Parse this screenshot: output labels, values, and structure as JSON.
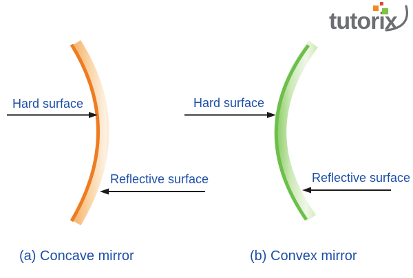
{
  "page": {
    "background_color": "#ffffff"
  },
  "logo": {
    "text": "tutorix",
    "color": "#6d6e71",
    "dot_colors": {
      "orange": "#f18a21",
      "red": "#e3453a",
      "green": "#80c341"
    }
  },
  "diagram": {
    "label_color": "#1e4fa8",
    "arrow_color": "#1a1a1a",
    "mirrors": [
      {
        "type": "concave",
        "caption": "(a) Concave mirror",
        "hard_surface_label": "Hard surface",
        "reflective_surface_label": "Reflective surface",
        "edge_color": "#ee7c22",
        "body_color": "#fad4a4"
      },
      {
        "type": "convex",
        "caption": "(b) Convex mirror",
        "hard_surface_label": "Hard surface",
        "reflective_surface_label": "Reflective surface",
        "edge_color": "#6bbf4a",
        "body_color": "#cfe9ba"
      }
    ]
  }
}
